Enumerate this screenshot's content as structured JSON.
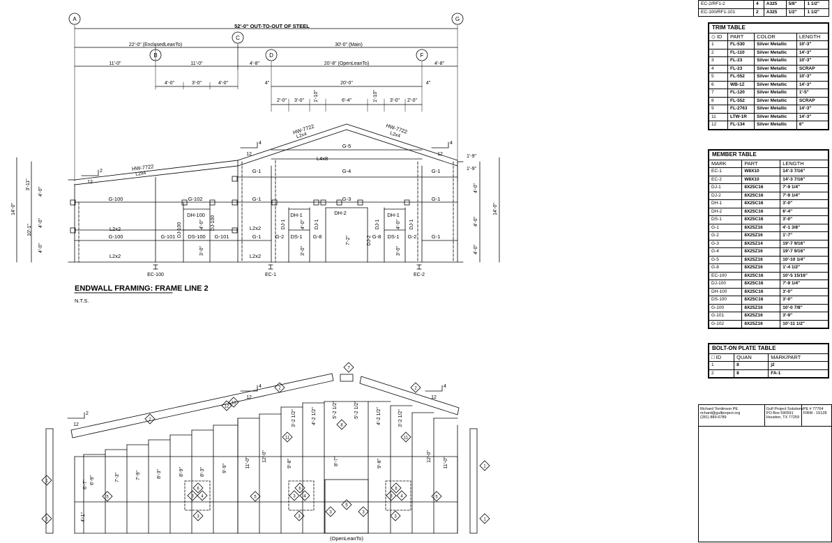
{
  "top_table": {
    "rows": [
      [
        "EC-2/RF1-2",
        "4",
        "A325",
        "5/8\"",
        "1 1/2\""
      ],
      [
        "EC-100/RF1-101",
        "2",
        "A325",
        "1/2\"",
        "1 1/2\""
      ]
    ]
  },
  "trim_table": {
    "title": "TRIM TABLE",
    "headers": [
      "◇ ID",
      "PART",
      "COLOR",
      "LENGTH"
    ],
    "rows": [
      [
        "1",
        "FL-530",
        "Silver Metallic",
        "10'-3\""
      ],
      [
        "2",
        "FL-110",
        "Silver Metallic",
        "14'-3\""
      ],
      [
        "3",
        "FL-23",
        "Silver Metallic",
        "10'-3\""
      ],
      [
        "4",
        "FL-23",
        "Silver Metallic",
        "SCRAP"
      ],
      [
        "5",
        "FL-552",
        "Silver Metallic",
        "10'-3\""
      ],
      [
        "6",
        "WB-1Z",
        "Silver Metallic",
        "14'-3\""
      ],
      [
        "7",
        "FL-120",
        "Silver Metallic",
        "1'-5\""
      ],
      [
        "8",
        "FL-552",
        "Silver Metallic",
        "SCRAP"
      ],
      [
        "9",
        "FL-2763",
        "Silver Metallic",
        "14'-3\""
      ],
      [
        "11",
        "LTW-1R",
        "Silver Metallic",
        "14'-3\""
      ],
      [
        "12",
        "FL-134",
        "Silver Metallic",
        "6\""
      ]
    ]
  },
  "member_table": {
    "title": "MEMBER TABLE",
    "headers": [
      "MARK",
      "PART",
      "LENGTH"
    ],
    "rows": [
      [
        "EC-1",
        "W8X10",
        "14'-3 7/16\""
      ],
      [
        "EC-2",
        "W8X10",
        "14'-3 7/16\""
      ],
      [
        "DJ-1",
        "8X25C16",
        "7'-9 1/4\""
      ],
      [
        "DJ-2",
        "8X25C16",
        "7'-9 1/4\""
      ],
      [
        "DH-1",
        "8X25C16",
        "3'-0\""
      ],
      [
        "DH-2",
        "8X25C16",
        "6'-4\""
      ],
      [
        "DS-1",
        "8X25C16",
        "3'-0\""
      ],
      [
        "G-1",
        "8X25Z16",
        "4'-1 3/8\""
      ],
      [
        "G-2",
        "8X25Z16",
        "1'-7\""
      ],
      [
        "G-3",
        "8X25Z14",
        "19'-7 9/16\""
      ],
      [
        "G-4",
        "8X25Z16",
        "19'-7 9/16\""
      ],
      [
        "G-5",
        "8X25Z16",
        "10'-10 1/4\""
      ],
      [
        "G-8",
        "8X25Z16",
        "1'-4 1/2\""
      ],
      [
        "EC-100",
        "8X25C16",
        "10'-5 15/16\""
      ],
      [
        "DJ-100",
        "8X25C16",
        "7'-9 1/4\""
      ],
      [
        "DH-100",
        "8X25C16",
        "3'-0\""
      ],
      [
        "DS-100",
        "8X25C16",
        "3'-0\""
      ],
      [
        "G-100",
        "8X25Z16",
        "10'-0 7/8\""
      ],
      [
        "G-101",
        "8X25Z16",
        "3'-9\""
      ],
      [
        "G-102",
        "8X25Z16",
        "10'-11 1/2\""
      ]
    ]
  },
  "bolt_table": {
    "title": "BOLT-ON PLATE TABLE",
    "headers": [
      "□ ID",
      "QUAN",
      "MARK/PART"
    ],
    "rows": [
      [
        "1",
        "8",
        "j2"
      ],
      [
        "2",
        "8",
        "FA-1"
      ]
    ]
  },
  "title_block": {
    "engineer": "Richard Tomlinson PE\nrichard@gulfproject.org\n(281) 889-6789",
    "company": "Gulf Project Solutions\nPO Box 590591\nHouston, TX 77259",
    "license": "PE # 77764\nFIRM - 15128"
  },
  "drawing": {
    "grid_labels": [
      "A",
      "B",
      "C",
      "D",
      "F",
      "G"
    ],
    "overall_dim": "52'-0\"   OUT-TO-OUT OF STEEL",
    "enclosed_dim": "22'-0\" (EnclosedLeanTo)",
    "main_dim": "30'-0\" (Main)",
    "title": "ENDWALL FRAMING: FRAME LINE 2",
    "scale": "N.T.S.",
    "sheeting_label": "(OpenLeanTo)",
    "members": [
      "G-100",
      "G-102",
      "G-1",
      "G-4",
      "G-5",
      "G-3",
      "G-2",
      "G-101",
      "L4x8",
      "L2x2",
      "DH-100",
      "DS-100",
      "DJ-100",
      "DH-1",
      "DS-1",
      "DJ-1",
      "DH-2",
      "DJ-2",
      "EC-100",
      "EC-1",
      "EC-2",
      "HW-7722",
      "L2x4"
    ]
  }
}
